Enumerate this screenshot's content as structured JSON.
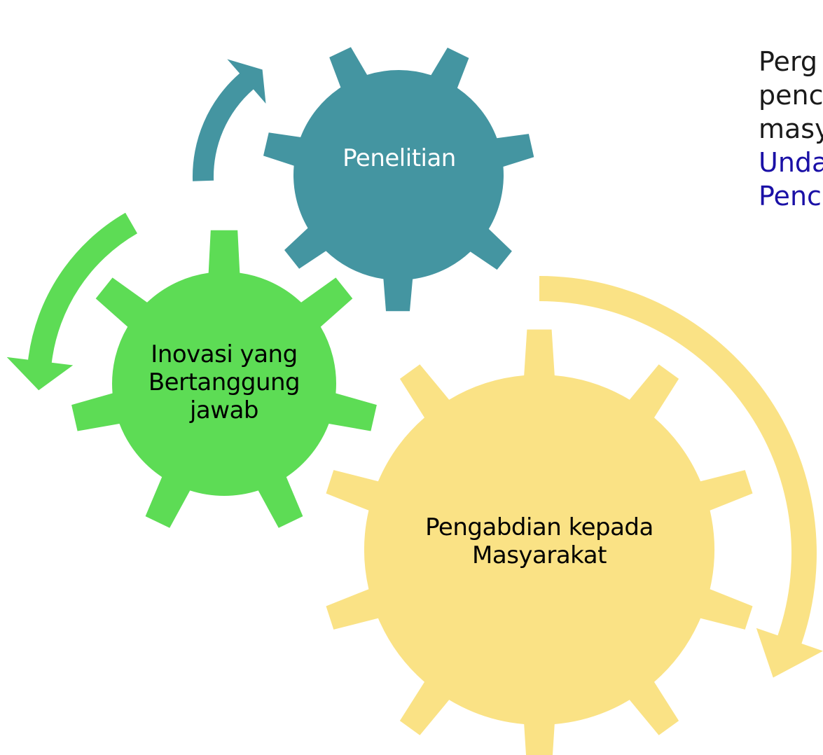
{
  "colors": {
    "teal": "#4495a1",
    "green": "#5ddc55",
    "yellow": "#fae285"
  },
  "gears": {
    "penelitian": {
      "label": "Penelitian"
    },
    "inovasi": {
      "lines": [
        "Inovasi yang",
        "Bertanggung",
        "jawab"
      ]
    },
    "pengabdian": {
      "lines": [
        "Pengabdian kepada",
        "Masyarakat"
      ]
    }
  },
  "side_text": {
    "lines": [
      "Perg",
      "penc",
      "masy"
    ],
    "highlight_lines": [
      "Unda",
      "Penc"
    ]
  }
}
